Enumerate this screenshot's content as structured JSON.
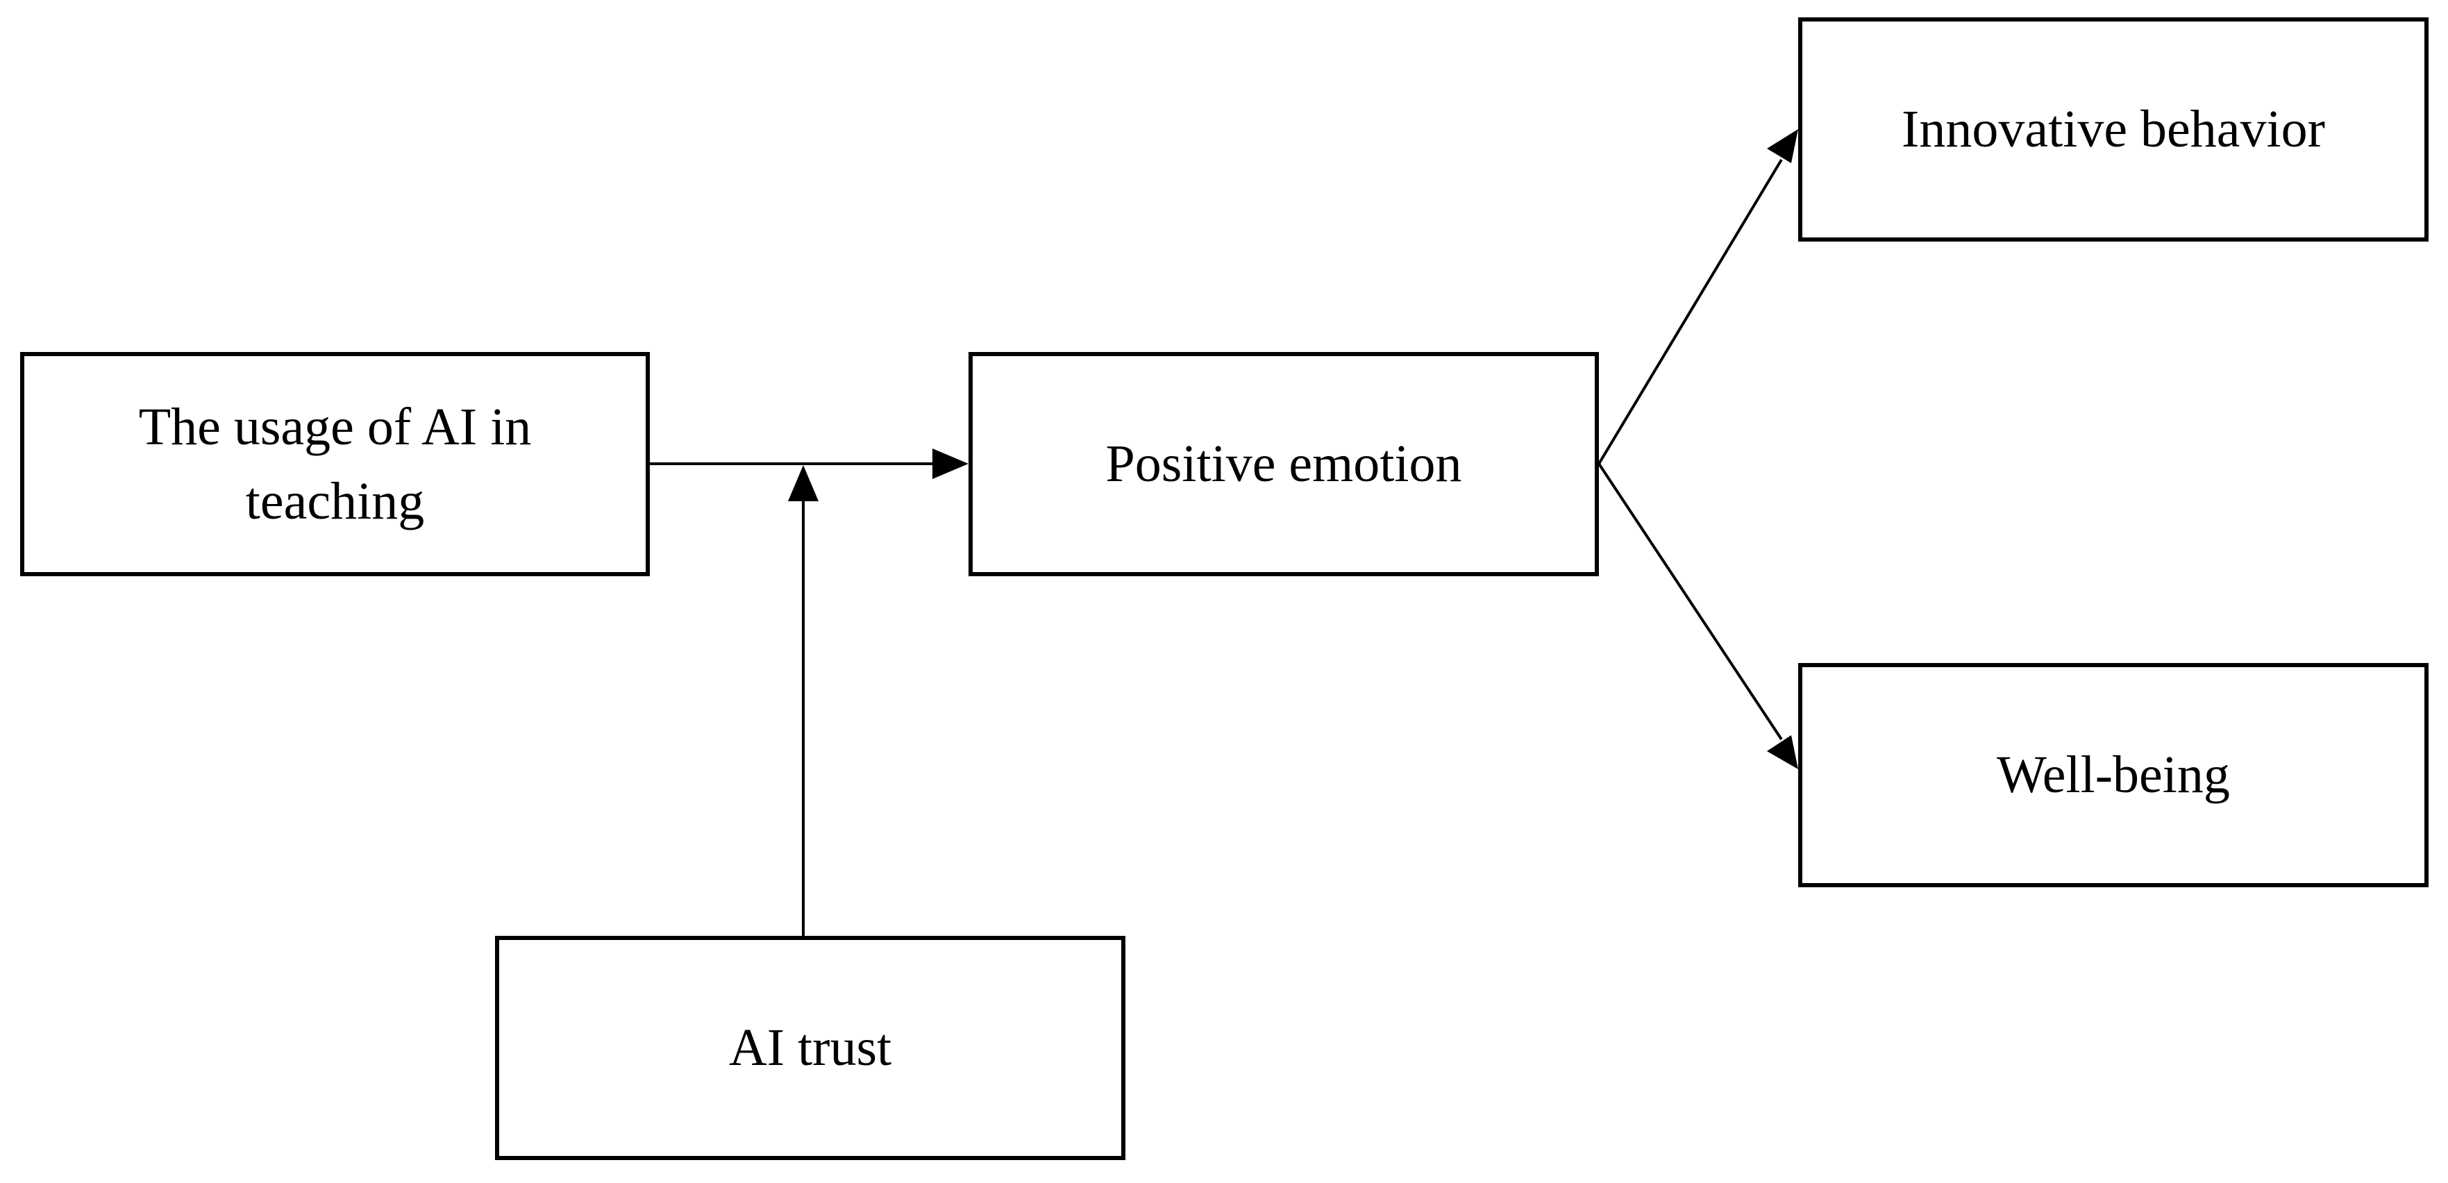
{
  "nodes": {
    "usage": {
      "line1": "The usage of AI in",
      "line2": "teaching"
    },
    "positive": "Positive emotion",
    "innovative": "Innovative behavior",
    "wellbeing": "Well-being",
    "trust": "AI trust"
  },
  "edges": [
    {
      "from": "usage",
      "to": "positive"
    },
    {
      "from": "trust",
      "to": "usage-positive-link",
      "type": "moderation"
    },
    {
      "from": "positive",
      "to": "innovative"
    },
    {
      "from": "positive",
      "to": "wellbeing"
    }
  ],
  "colors": {
    "stroke": "#000000",
    "background": "#ffffff"
  }
}
